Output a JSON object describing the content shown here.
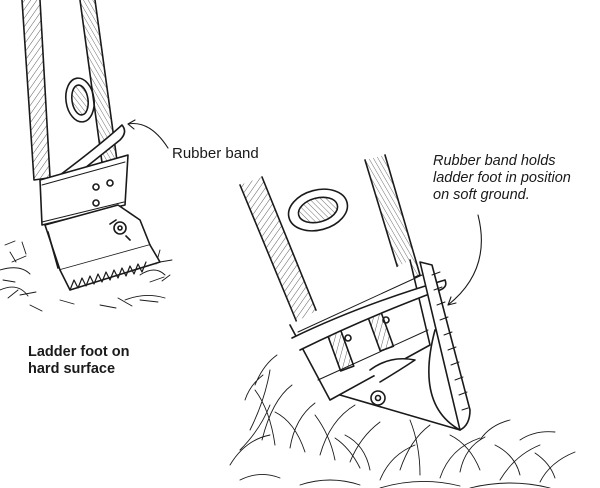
{
  "illustration": {
    "left_figure": {
      "callout": "Rubber band",
      "caption": "Ladder foot on\nhard surface"
    },
    "right_figure": {
      "callout": "Rubber band holds\nladder foot in position\non soft ground."
    },
    "colors": {
      "ink": "#1a1a1a",
      "background": "#ffffff"
    }
  }
}
